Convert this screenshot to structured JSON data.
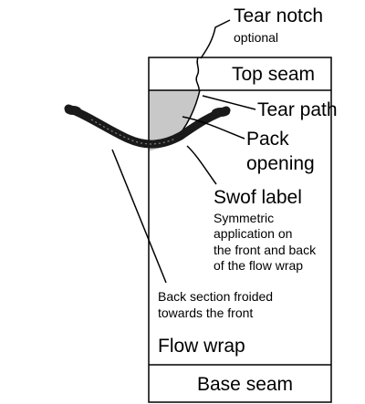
{
  "labels": {
    "tear_notch": "Tear notch",
    "tear_notch_note": "optional",
    "top_seam": "Top seam",
    "tear_path": "Tear path",
    "pack_opening_line1": "Pack",
    "pack_opening_line2": "opening",
    "swof_label": "Swof label",
    "swof_desc_line1": "Symmetric",
    "swof_desc_line2": "application on",
    "swof_desc_line3": "the front and back",
    "swof_desc_line4": "of the flow wrap",
    "back_section_line1": "Back section froided",
    "back_section_line2": "towards the front",
    "flow_wrap": "Flow wrap",
    "base_seam": "Base seam"
  },
  "colors": {
    "line": "#000000",
    "opening_fill": "#c8c8c8",
    "label_strip": "#1a1a1a",
    "background": "#ffffff"
  }
}
